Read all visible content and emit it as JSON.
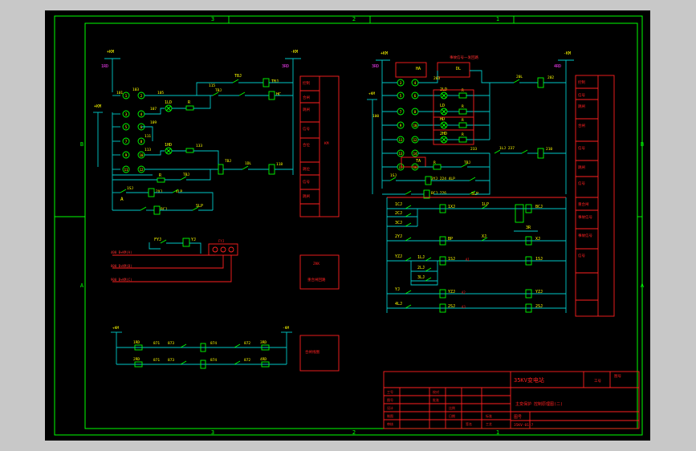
{
  "colors": {
    "bg_outer": "#c8c8c8",
    "bg_drawing": "#000000",
    "frame": "#00ff00",
    "wire": "#00c8c8",
    "component": "#00ff00",
    "label": "#ffff00",
    "table": "#ff2020",
    "terminal": "#ff40ff",
    "text_red": "#ff3030"
  },
  "border_zones": {
    "top": [
      "3",
      "2",
      "1"
    ],
    "bottom": [
      "3",
      "2",
      "1"
    ],
    "left": [
      "B",
      "A"
    ],
    "right": [
      "B",
      "A"
    ]
  },
  "left_circuit": {
    "supply_plus": "+KM",
    "supply_minus": "-KM",
    "bus_left": "+KM",
    "fuse_left": "1RD",
    "fuse_right": "3RD",
    "nodes": [
      "101",
      "103",
      "105",
      "107",
      "109",
      "111",
      "113",
      "115",
      "117",
      "125"
    ],
    "components": [
      "TBJ",
      "TBJ",
      "HC",
      "HC",
      "1LD",
      "R",
      "1HD",
      "R",
      "TBJ",
      "1DL",
      "HR",
      "R",
      "TBJ",
      "1SJ",
      "2XJ",
      "3XJ",
      "4LP",
      "BCJ",
      "SLP"
    ],
    "terminals": [
      "1",
      "3",
      "5",
      "7",
      "9",
      "11",
      "13",
      "15",
      "17",
      "19",
      "21"
    ]
  },
  "signal_circuit": {
    "labels": [
      "FYJ",
      "YJ",
      "FYJ"
    ],
    "lines": [
      "400 B+KM(A)",
      "800 B+KM(B)",
      "900 B+KM(C)"
    ]
  },
  "bottom_circuit": {
    "fuses": [
      "1RD",
      "3RD",
      "2RD",
      "4RD"
    ],
    "nodes": [
      "871",
      "873",
      "874",
      "872",
      "871",
      "873",
      "874",
      "872"
    ],
    "components": [
      "2HC",
      "1HC",
      "2HC",
      "1HC",
      "2HC",
      "2HC"
    ]
  },
  "right_circuit": {
    "supply_plus": "+KM",
    "supply_minus": "-KM",
    "nodes": [
      "100",
      "201",
      "203",
      "205",
      "207",
      "209",
      "211",
      "213",
      "215",
      "217",
      "219",
      "221",
      "223",
      "225"
    ],
    "components": [
      "HA",
      "DL",
      "DL",
      "2LD",
      "LD",
      "HD",
      "2HD",
      "TA",
      "TBJ",
      "TBJ",
      "1SJ",
      "R",
      "3YJ",
      "4LP",
      "BCJ",
      "SLP",
      "1CJ",
      "2CJ",
      "3CJ",
      "1XJ",
      "1LP",
      "BCJ",
      "3R",
      "2YJ",
      "BP",
      "XJ",
      "YZJ",
      "1LJ",
      "2LJ",
      "3LJ",
      "1SJ",
      "YJ",
      "YZJ",
      "4LJ",
      "2SJ"
    ],
    "note": "事故信号一发回路"
  },
  "left_table": {
    "rows": [
      "控制",
      "合闸",
      "跳闸",
      "信号",
      "合位",
      "跳位",
      "信号",
      "跳闸"
    ]
  },
  "right_table": {
    "rows": [
      "控制",
      "信号",
      "跳闸",
      "合闸",
      "信号",
      "跳闸",
      "信号",
      "重合闸",
      "事故信号",
      "事故信号",
      "信号"
    ]
  },
  "small_boxes": [
    {
      "title": "ZKK",
      "body": "重合闸回路"
    },
    {
      "title": "",
      "body": "合闸线圈"
    }
  ],
  "title_block": {
    "project": "35KV变电站",
    "drawing": "主变保护 控制原理图(二)",
    "sheet": "图号",
    "number": "35KV-01-7",
    "cells": [
      "工号",
      "图号",
      "设计",
      "制图",
      "审核",
      "校对",
      "批准",
      "比例",
      "日期",
      "签名",
      "标准",
      "工艺"
    ]
  }
}
